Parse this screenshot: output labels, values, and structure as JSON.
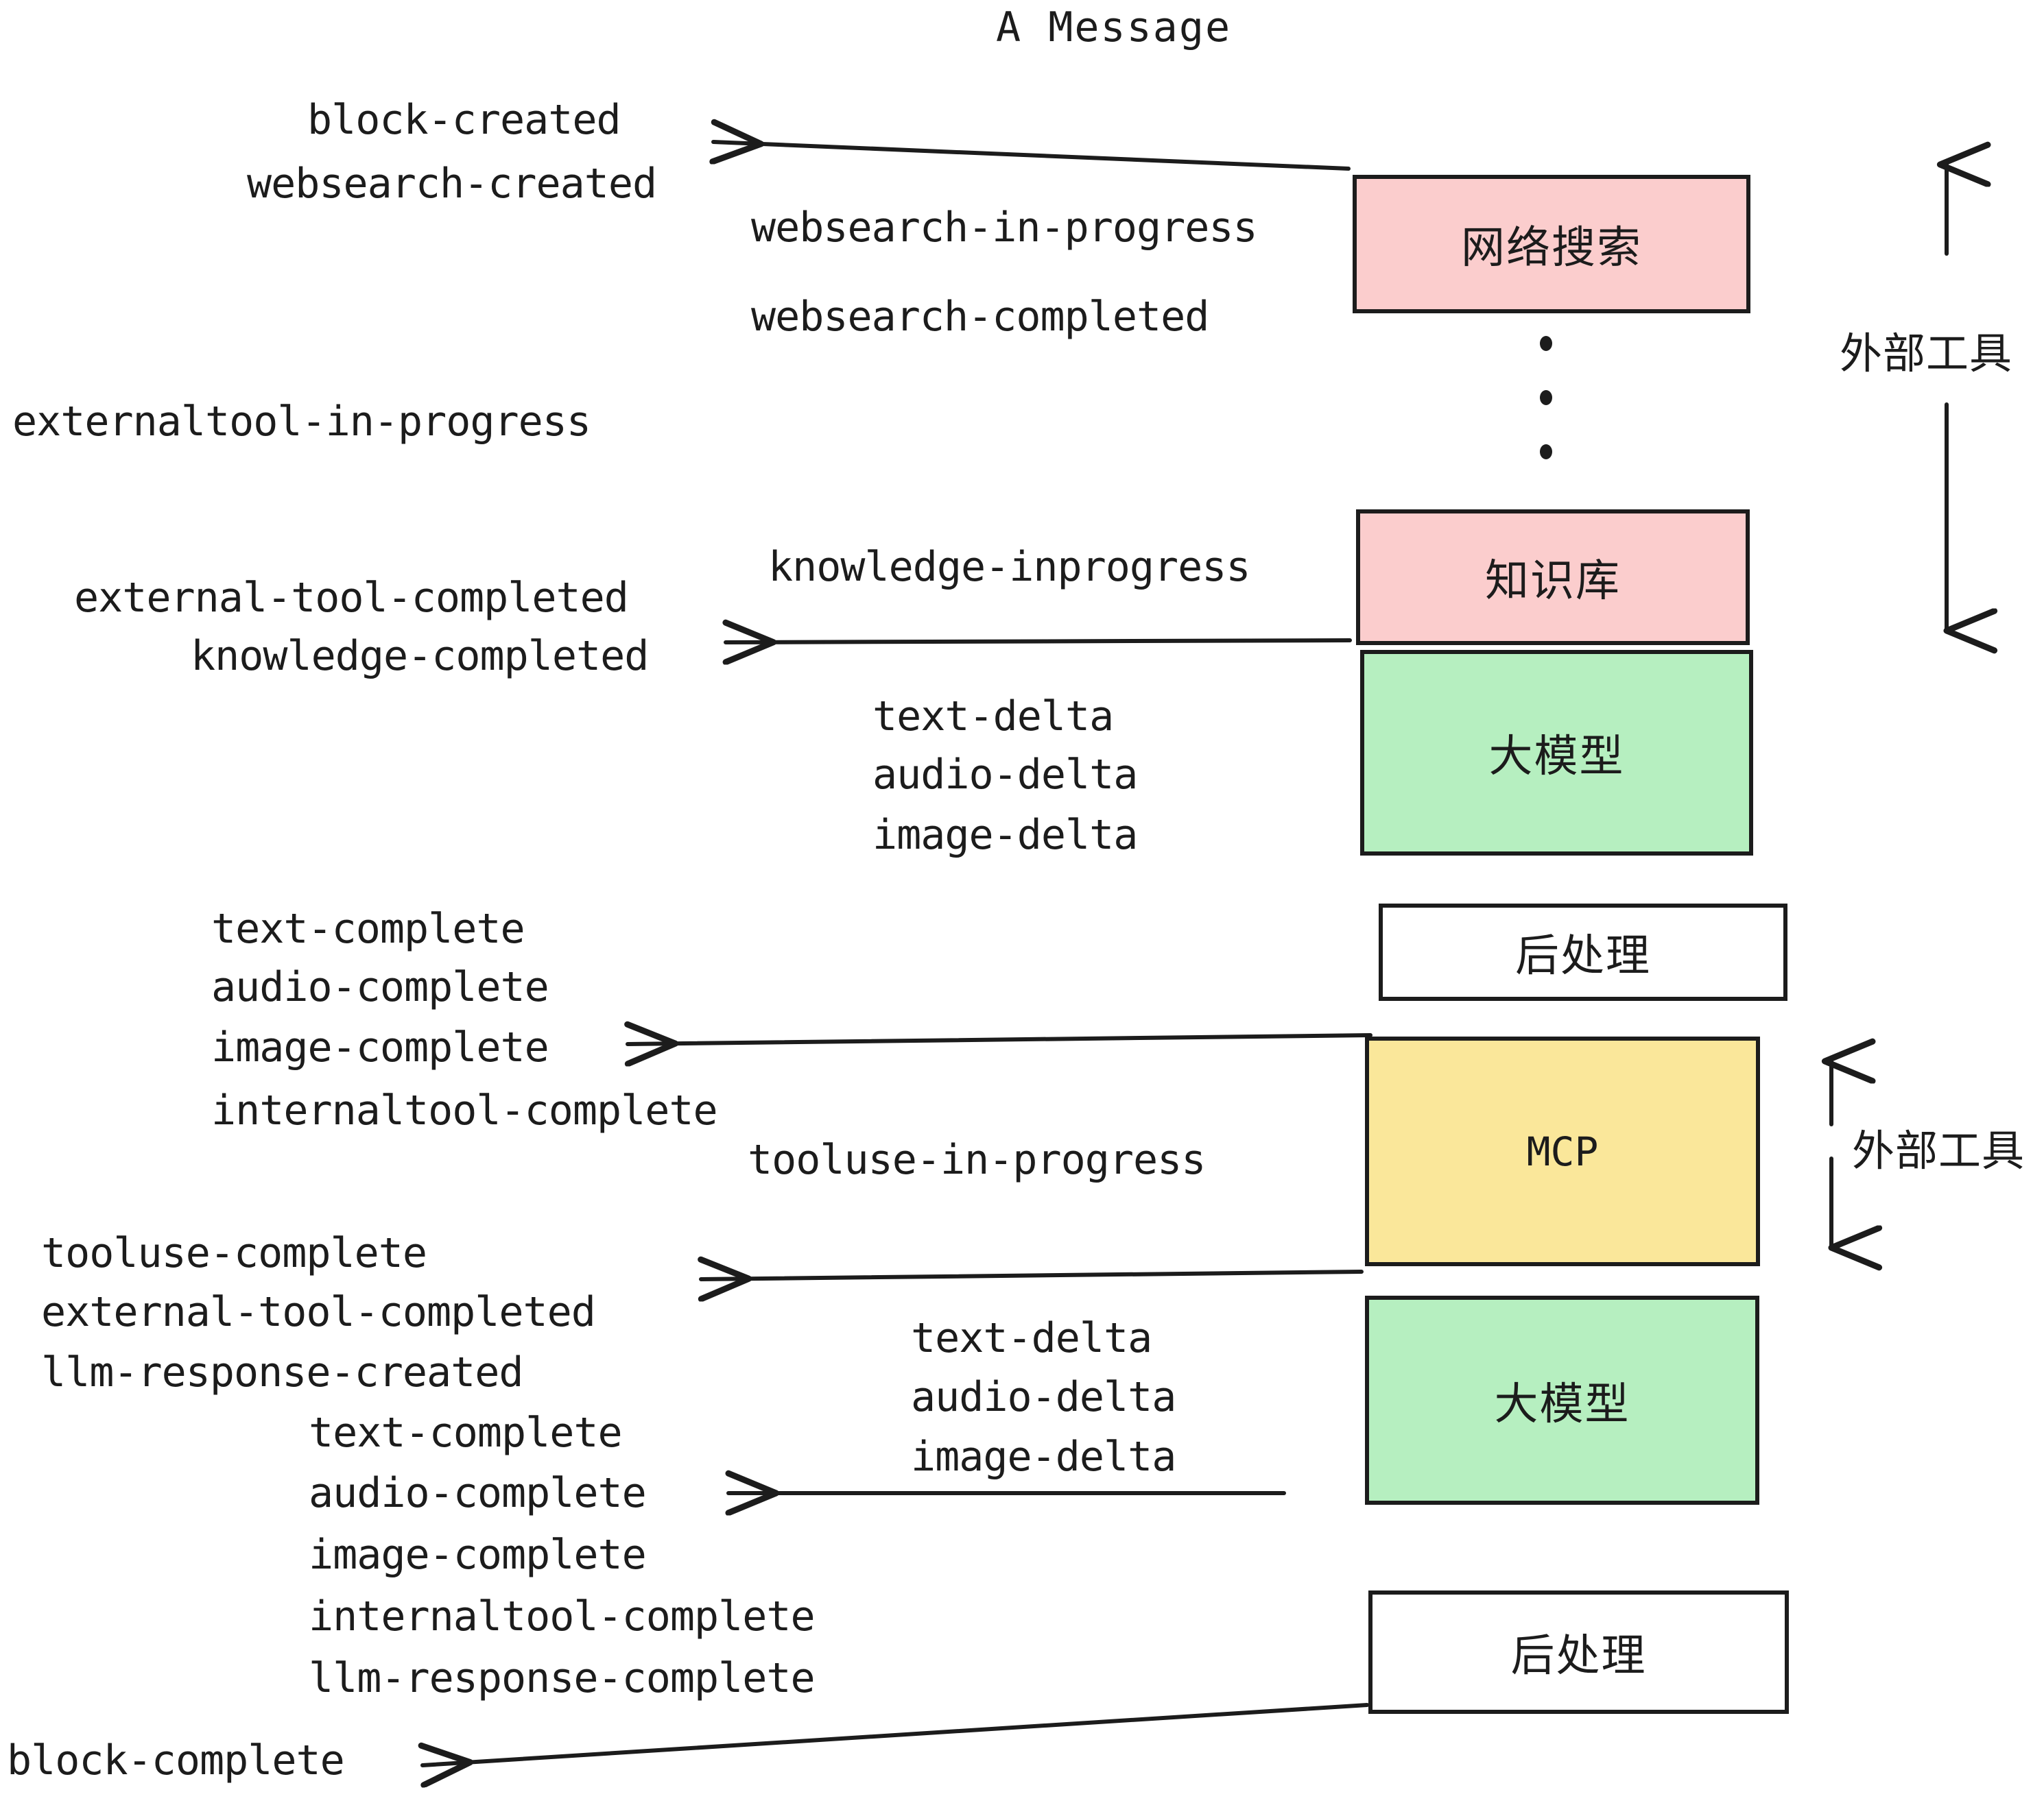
{
  "diagram": {
    "title": "A Message",
    "type": "flow-sequence-diagram",
    "colors": {
      "pink": "#fbcdcd",
      "green": "#b6efc0",
      "yellow": "#fae79a",
      "white": "#ffffff",
      "stroke": "#1c1c1c",
      "background": "#ffffff"
    },
    "nodes": [
      {
        "id": "websearch",
        "label": "网络搜索",
        "fill": "pink",
        "text_kind": "cjk"
      },
      {
        "id": "knowledge",
        "label": "知识库",
        "fill": "pink",
        "text_kind": "cjk"
      },
      {
        "id": "llm-1",
        "label": "大模型",
        "fill": "green",
        "text_kind": "cjk"
      },
      {
        "id": "postproc-1",
        "label": "后处理",
        "fill": "white",
        "text_kind": "cjk"
      },
      {
        "id": "mcp",
        "label": "MCP",
        "fill": "yellow",
        "text_kind": "latin"
      },
      {
        "id": "llm-2",
        "label": "大模型",
        "fill": "green",
        "text_kind": "cjk"
      },
      {
        "id": "postproc-2",
        "label": "后处理",
        "fill": "white",
        "text_kind": "cjk"
      }
    ],
    "side_annotations": [
      {
        "id": "external-tools-top",
        "label": "外部工具",
        "arrow": "double-vertical"
      },
      {
        "id": "external-tools-bottom",
        "label": "外部工具",
        "arrow": "double-vertical"
      }
    ],
    "ellipsis": {
      "id": "vertical-ellipsis",
      "dots": 3
    },
    "events": [
      {
        "id": "e1",
        "text": "block-created"
      },
      {
        "id": "e2",
        "text": "websearch-created"
      },
      {
        "id": "e3",
        "text": "websearch-in-progress"
      },
      {
        "id": "e4",
        "text": "websearch-completed"
      },
      {
        "id": "e5",
        "text": "externaltool-in-progress"
      },
      {
        "id": "e6",
        "text": "knowledge-inprogress"
      },
      {
        "id": "e7",
        "text": "external-tool-completed"
      },
      {
        "id": "e8",
        "text": "knowledge-completed"
      },
      {
        "id": "e9",
        "text": "text-delta"
      },
      {
        "id": "e10",
        "text": "audio-delta"
      },
      {
        "id": "e11",
        "text": "image-delta"
      },
      {
        "id": "e12",
        "text": "text-complete"
      },
      {
        "id": "e13",
        "text": "audio-complete"
      },
      {
        "id": "e14",
        "text": "image-complete"
      },
      {
        "id": "e15",
        "text": "internaltool-complete"
      },
      {
        "id": "e16",
        "text": "tooluse-in-progress"
      },
      {
        "id": "e17",
        "text": "tooluse-complete"
      },
      {
        "id": "e18",
        "text": "external-tool-completed"
      },
      {
        "id": "e19",
        "text": "llm-response-created"
      },
      {
        "id": "e20",
        "text": "text-complete"
      },
      {
        "id": "e21",
        "text": "audio-complete"
      },
      {
        "id": "e22",
        "text": "image-complete"
      },
      {
        "id": "e23",
        "text": "internaltool-complete"
      },
      {
        "id": "e24",
        "text": "llm-response-complete"
      },
      {
        "id": "e25",
        "text": "text-delta"
      },
      {
        "id": "e26",
        "text": "audio-delta"
      },
      {
        "id": "e27",
        "text": "image-delta"
      },
      {
        "id": "e28",
        "text": "block-complete"
      }
    ]
  }
}
